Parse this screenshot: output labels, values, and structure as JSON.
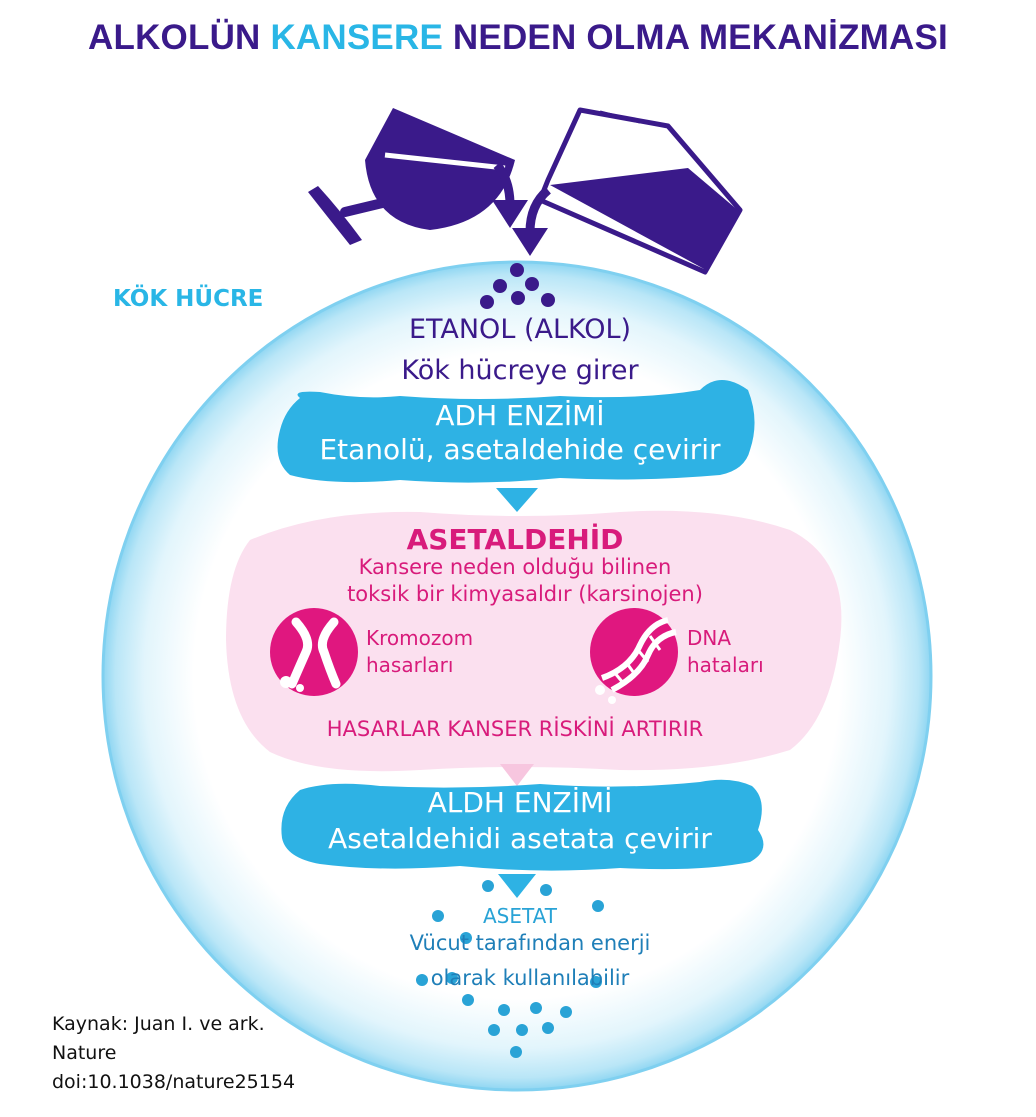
{
  "title": {
    "part1": "ALKOLÜN ",
    "part2": "KANSERE",
    "part3": " NEDEN OLMA MEKANİZMASI"
  },
  "cell_label": "KÖK HÜCRE",
  "ethanol": {
    "title": "ETANOL (ALKOL)",
    "description": "Kök hücreye girer"
  },
  "adh": {
    "title": "ADH ENZİMİ",
    "description": "Etanolü, asetaldehide çevirir"
  },
  "acetaldehyde": {
    "title": "ASETALDEHİD",
    "description_line1": "Kansere neden olduğu bilinen",
    "description_line2": "toksik bir kimyasaldır (karsinojen)",
    "chromosome_label_line1": "Kromozom",
    "chromosome_label_line2": "hasarları",
    "dna_label_line1": "DNA",
    "dna_label_line2": "hataları",
    "risk_text": "HASARLAR KANSER RİSKİNİ ARTIRIR"
  },
  "aldh": {
    "title": "ALDH ENZİMİ",
    "description": "Asetaldehidi asetata çevirir"
  },
  "acetate": {
    "title": "ASETAT",
    "description_line1": "Vücut tarafından enerji",
    "description_line2": "olarak kullanılabilir"
  },
  "source": {
    "line1": "Kaynak: Juan I. ve ark.",
    "line2": "Nature",
    "line3": "doi:10.1038/nature25154"
  },
  "colors": {
    "purple": "#3a1a8a",
    "cyan": "#29b6e6",
    "magenta": "#d81b7b",
    "pink_bg": "#fbe0ef"
  },
  "icons": [
    "wine-glass-icon",
    "pitcher-icon",
    "chromosome-icon",
    "dna-icon"
  ]
}
